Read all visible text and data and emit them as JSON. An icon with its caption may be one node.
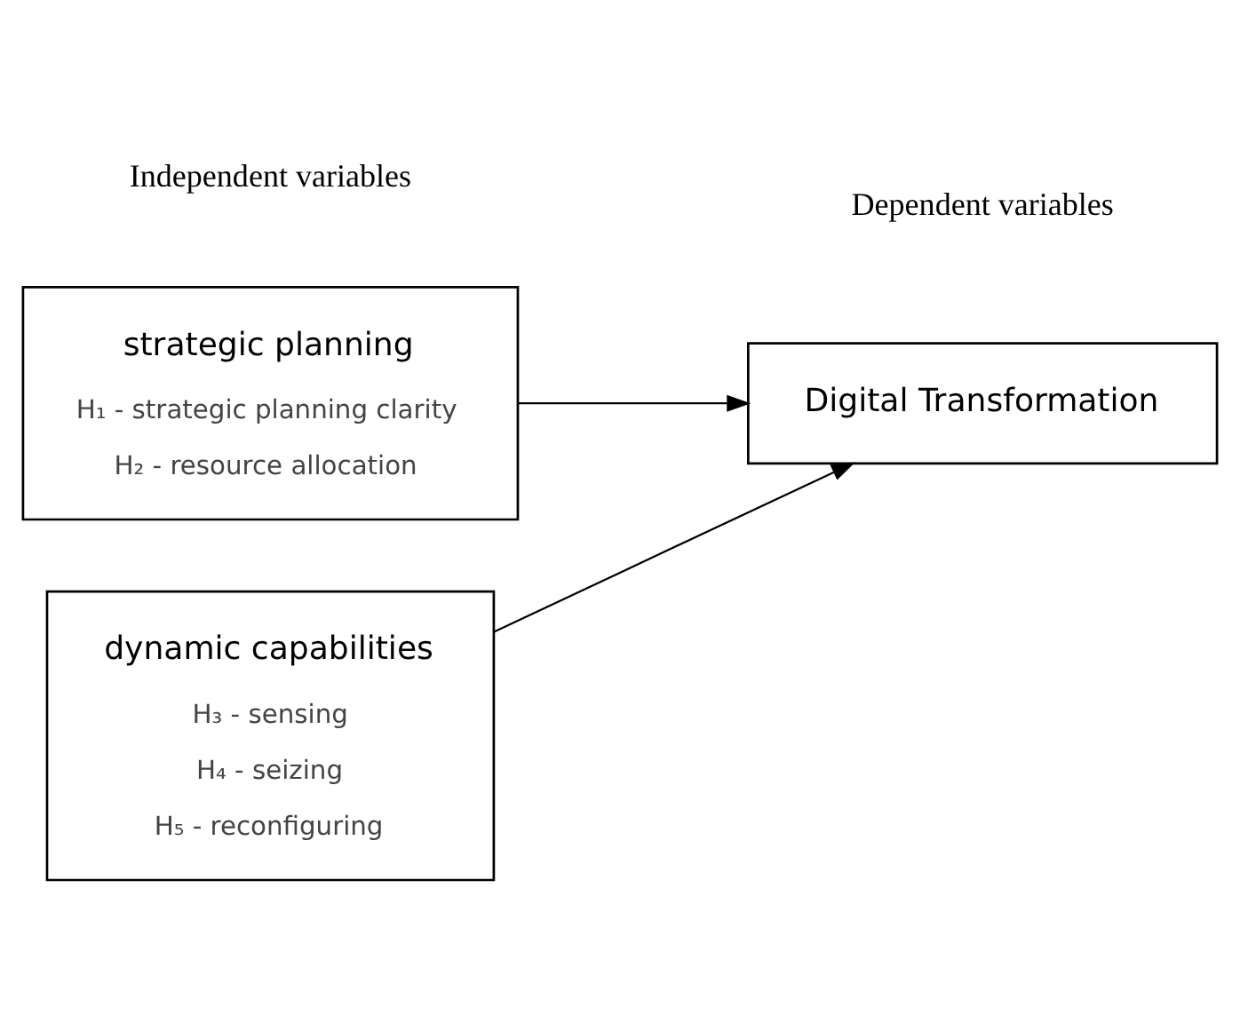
{
  "diagram": {
    "nodes": [
      {
        "text": [
          "strategic planning",
          "H₁ - strategic planning clarity",
          "H₂ - resource allocation"
        ]
      },
      {
        "text": [
          "Digital Transformation"
        ]
      },
      {
        "text": [
          "dynamic capabilities",
          "H₃ - sensing",
          "H₄ - seizing",
          "H₅ - reconfiguring"
        ]
      }
    ],
    "edges": [
      {
        "from": 0,
        "to": 1,
        "arrow": "to"
      },
      {
        "from": 2,
        "to": 1,
        "arrow": "to"
      }
    ],
    "labels": [
      "Independent variables",
      "Dependent variables"
    ]
  }
}
